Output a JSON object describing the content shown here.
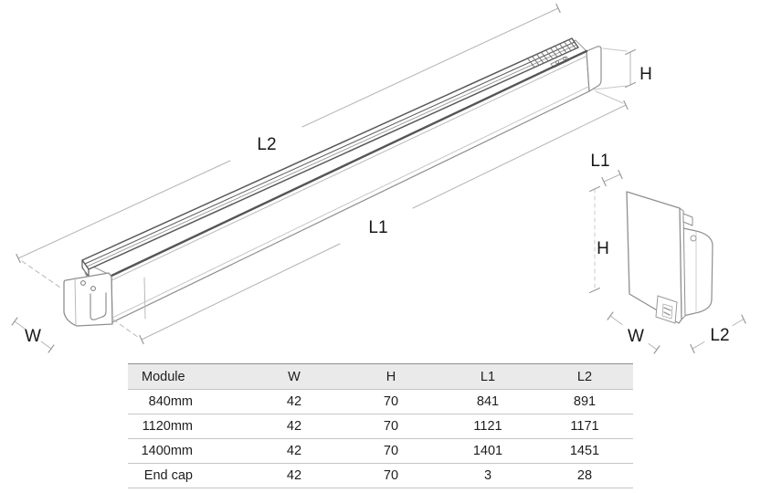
{
  "drawing": {
    "main_view": {
      "dim_l2": "L2",
      "dim_l1": "L1",
      "dim_h": "H",
      "dim_w": "W"
    },
    "end_cap_view": {
      "dim_l1": "L1",
      "dim_h": "H",
      "dim_w": "W",
      "dim_l2": "L2"
    }
  },
  "table": {
    "columns": [
      "Module",
      "W",
      "H",
      "L1",
      "L2"
    ],
    "rows": [
      {
        "module": "840mm",
        "w": "42",
        "h": "70",
        "l1": "841",
        "l2": "891"
      },
      {
        "module": "1120mm",
        "w": "42",
        "h": "70",
        "l1": "1121",
        "l2": "1171"
      },
      {
        "module": "1400mm",
        "w": "42",
        "h": "70",
        "l1": "1401",
        "l2": "1451"
      },
      {
        "module": "End cap",
        "w": "42",
        "h": "70",
        "l1": "3",
        "l2": "28"
      }
    ]
  }
}
